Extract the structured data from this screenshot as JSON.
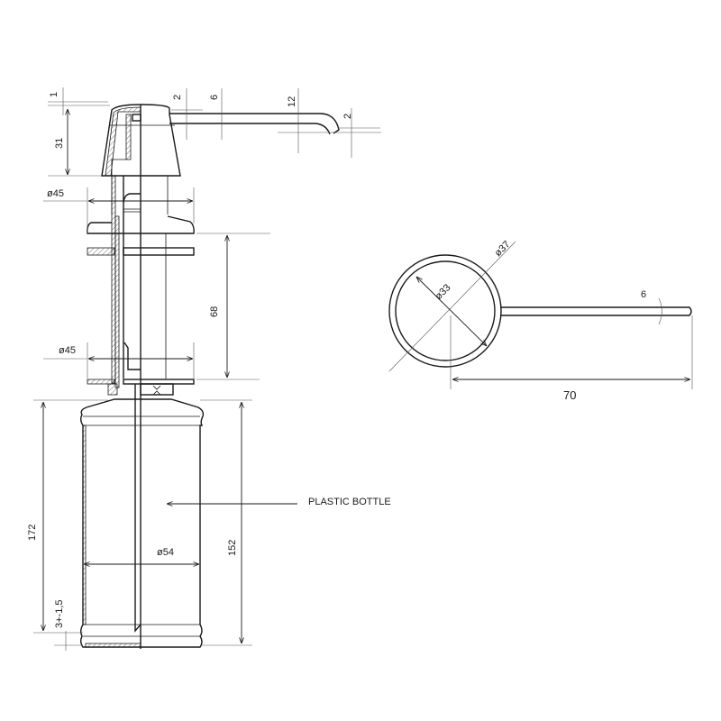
{
  "drawing": {
    "side_view": {
      "dims": {
        "cap_top": "1",
        "cap_height": "31",
        "spout_wall": "2",
        "spout_a": "6",
        "spout_b": "12",
        "spout_tip": "2",
        "flange_upper": "ø45",
        "shank_length": "68",
        "flange_lower": "ø45",
        "total_bottle": "172",
        "tolerance": "3+-1,5",
        "bottle_height": "152",
        "bottle_diameter": "ø54"
      },
      "callout": "PLASTIC BOTTLE"
    },
    "top_view": {
      "dims": {
        "outer_diameter": "ø37",
        "inner_diameter": "ø33",
        "spout_diameter": "6",
        "spout_length": "70"
      }
    }
  }
}
